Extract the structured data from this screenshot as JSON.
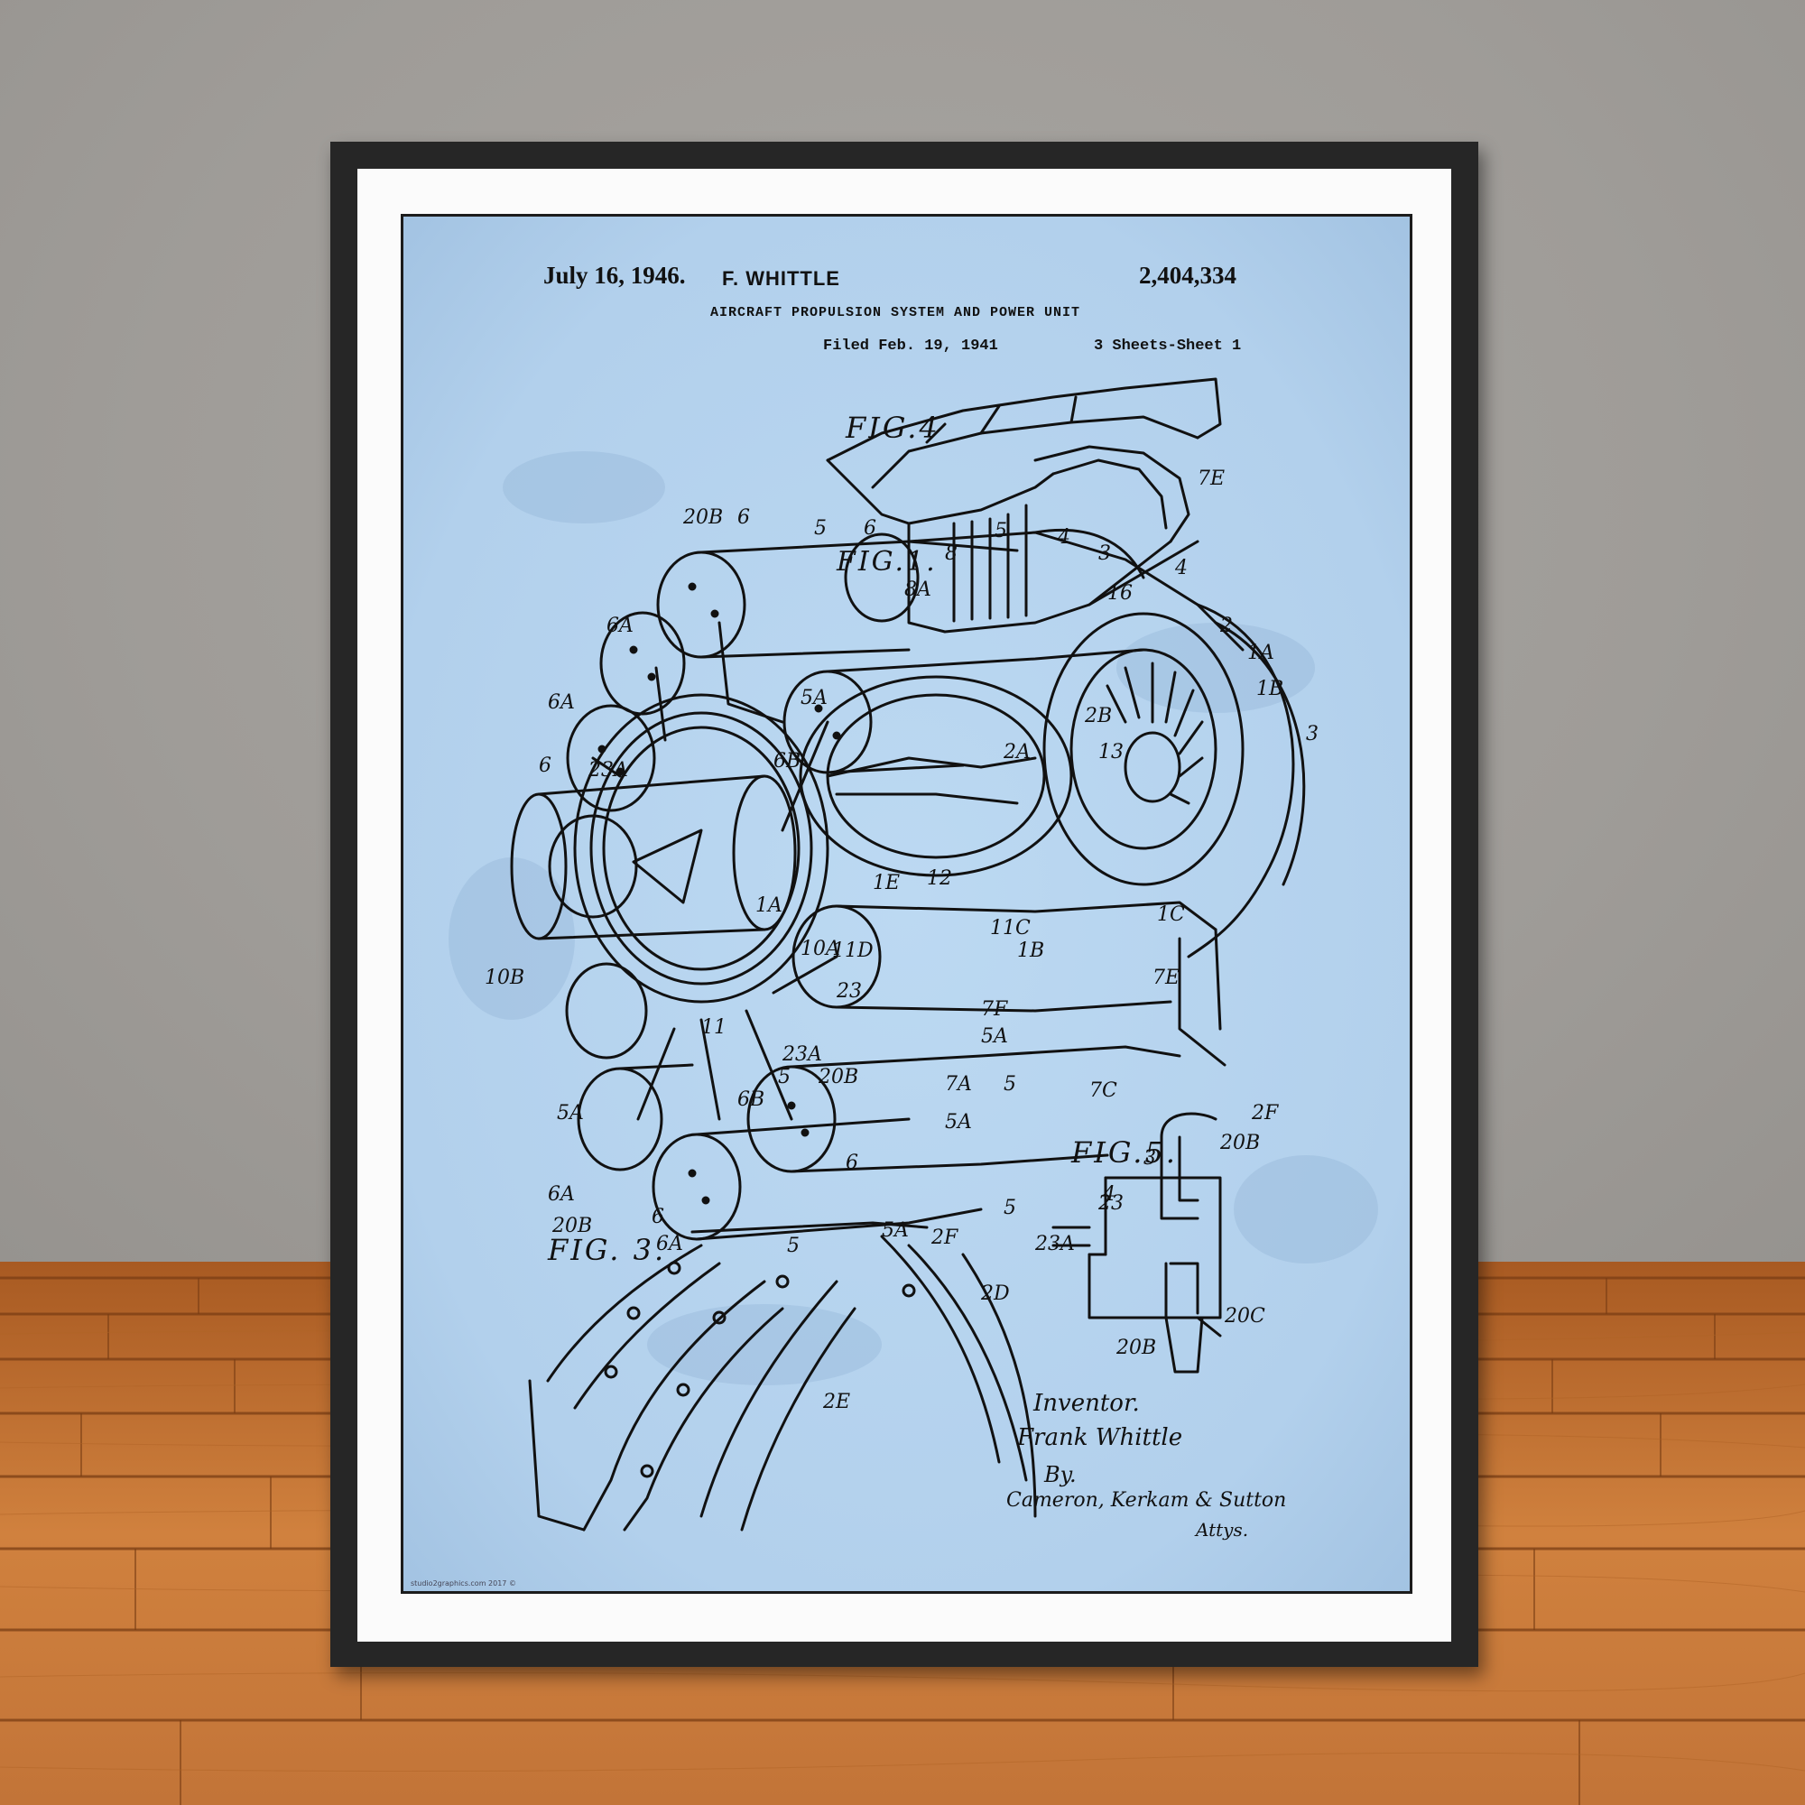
{
  "header": {
    "date": "July 16, 1946.",
    "inventor": "F. WHITTLE",
    "patent_number": "2,404,334",
    "title": "AIRCRAFT PROPULSION SYSTEM AND POWER UNIT",
    "filed": "Filed Feb. 19, 1941",
    "sheets": "3 Sheets-Sheet 1"
  },
  "figures": {
    "fig4": "FIG.4",
    "fig1": "FIG.1.",
    "fig3": "FIG. 3.",
    "fig5": "FIG.5."
  },
  "signature": {
    "line1": "Inventor.",
    "line2": "Frank Whittle",
    "line3": "By.",
    "line4": "Cameron, Kerkam & Sutton",
    "line5": "Attys."
  },
  "credit": "studio2graphics.com 2017 ©",
  "colors": {
    "wall": "#a19e9a",
    "floor": "#c67a3a",
    "frame": "#262626",
    "mat": "#fbfbfb",
    "print": "#b5d3ee",
    "ink": "#111111"
  }
}
